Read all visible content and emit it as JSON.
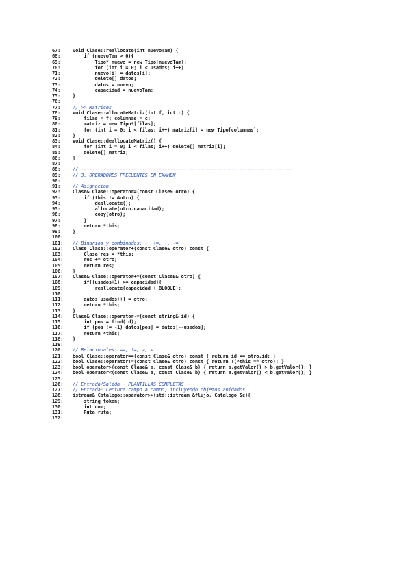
{
  "lines": [
    {
      "n": "67:",
      "t": "void Clase::reallocate(int nuevoTam) {",
      "c": false
    },
    {
      "n": "68:",
      "t": "    if (nuevoTam > 0){",
      "c": false
    },
    {
      "n": "69:",
      "t": "        Tipo* nuevo = new Tipo[nuevoTam];",
      "c": false
    },
    {
      "n": "70:",
      "t": "        for (int i = 0; i < usados; i++)",
      "c": false
    },
    {
      "n": "71:",
      "t": "        nuevo[i] = datos[i];",
      "c": false
    },
    {
      "n": "72:",
      "t": "        delete[] datos;",
      "c": false
    },
    {
      "n": "73:",
      "t": "        datos = nuevo;",
      "c": false
    },
    {
      "n": "74:",
      "t": "        capacidad = nuevoTam;",
      "c": false
    },
    {
      "n": "75:",
      "t": "}",
      "c": false
    },
    {
      "n": "76:",
      "t": "",
      "c": false
    },
    {
      "n": "77:",
      "t": "// >> Matrices",
      "c": true
    },
    {
      "n": "78:",
      "t": "void Clase::allocateMatriz(int f, int c) {",
      "c": false
    },
    {
      "n": "79:",
      "t": "    filas = f; columnas = c;",
      "c": false
    },
    {
      "n": "80:",
      "t": "    matriz = new Tipo*[filas];",
      "c": false
    },
    {
      "n": "81:",
      "t": "    for (int i = 0; i < filas; i++) matriz[i] = new Tipo[columnas];",
      "c": false
    },
    {
      "n": "82:",
      "t": "}",
      "c": false
    },
    {
      "n": "83:",
      "t": "void Clase::deallocateMatriz() {",
      "c": false
    },
    {
      "n": "84:",
      "t": "    for (int i = 0; i < filas; i++) delete[] matriz[i];",
      "c": false
    },
    {
      "n": "85:",
      "t": "    delete[] matriz;",
      "c": false
    },
    {
      "n": "86:",
      "t": "}",
      "c": false
    },
    {
      "n": "87:",
      "t": "",
      "c": false
    },
    {
      "n": "88:",
      "t": "// ----------------------------------------------------------------------------",
      "c": true
    },
    {
      "n": "89:",
      "t": "// 3. OPERADORES FRECUENTES EN EXAMEN",
      "c": true
    },
    {
      "n": "90:",
      "t": "",
      "c": false
    },
    {
      "n": "91:",
      "t": "// Asignación",
      "c": true
    },
    {
      "n": "92:",
      "t": "Clase& Clase::operator=(const Clase& otro) {",
      "c": false
    },
    {
      "n": "93:",
      "t": "    if (this != &otro) {",
      "c": false
    },
    {
      "n": "94:",
      "t": "        deallocate();",
      "c": false
    },
    {
      "n": "95:",
      "t": "        allocate(otro.capacidad);",
      "c": false
    },
    {
      "n": "96:",
      "t": "        copy(otro);",
      "c": false
    },
    {
      "n": "97:",
      "t": "    }",
      "c": false
    },
    {
      "n": "98:",
      "t": "    return *this;",
      "c": false
    },
    {
      "n": "99:",
      "t": "}",
      "c": false
    },
    {
      "n": "100:",
      "t": "",
      "c": false
    },
    {
      "n": "101:",
      "t": "// Binarios y combinados: +, +=, -, -=",
      "c": true
    },
    {
      "n": "102:",
      "t": "Clase Clase::operator+(const Clase& otro) const {",
      "c": false
    },
    {
      "n": "103:",
      "t": "    Clase res = *this;",
      "c": false
    },
    {
      "n": "104:",
      "t": "    res += otro;",
      "c": false
    },
    {
      "n": "105:",
      "t": "    return res;",
      "c": false
    },
    {
      "n": "106:",
      "t": "}",
      "c": false
    },
    {
      "n": "107:",
      "t": "Clase& Clase::operator+=(const ClaseB& otro) {",
      "c": false
    },
    {
      "n": "108:",
      "t": "    if((usados+1) >= capacidad){",
      "c": false
    },
    {
      "n": "109:",
      "t": "        reallocate(capacidad + BLOQUE);",
      "c": false
    },
    {
      "n": "110:",
      "t": "",
      "c": false
    },
    {
      "n": "111:",
      "t": "    datos[usados++] = otro;",
      "c": false
    },
    {
      "n": "112:",
      "t": "    return *this;",
      "c": false
    },
    {
      "n": "113:",
      "t": "}",
      "c": false
    },
    {
      "n": "114:",
      "t": "Clase& Clase::operator-=(const string& id) {",
      "c": false
    },
    {
      "n": "115:",
      "t": "    int pos = find(id);",
      "c": false
    },
    {
      "n": "116:",
      "t": "    if (pos != -1) datos[pos] = datos[--usados];",
      "c": false
    },
    {
      "n": "117:",
      "t": "    return *this;",
      "c": false
    },
    {
      "n": "118:",
      "t": "}",
      "c": false
    },
    {
      "n": "119:",
      "t": "",
      "c": false
    },
    {
      "n": "120:",
      "t": "// Relacionales: ==, !=, >, <",
      "c": true
    },
    {
      "n": "121:",
      "t": "bool Clase::operator==(const Clase& otro) const { return id == otro.id; }",
      "c": false
    },
    {
      "n": "122:",
      "t": "bool Clase::operator!=(const Clase& otro) const { return !(*this == otro); }",
      "c": false
    },
    {
      "n": "123:",
      "t": "bool operator>(const Clase& a, const Clase& b) { return a.getValor() > b.getValor(); }",
      "c": false
    },
    {
      "n": "124:",
      "t": "bool operator<(const Clase& a, const Clase& b) { return a.getValor() < b.getValor(); }",
      "c": false
    },
    {
      "n": "125:",
      "t": "",
      "c": false
    },
    {
      "n": "126:",
      "t": "// Entrada/Salida - PLANTILLAS COMPLETAS",
      "c": true
    },
    {
      "n": "127:",
      "t": "// Entrada: Lectura campo a campo, incluyendo objetos anidados",
      "c": true
    },
    {
      "n": "128:",
      "t": "istream& Catalogo::operator>>(std::istream &flujo, Catalogo &c){",
      "c": false
    },
    {
      "n": "129:",
      "t": "    string token;",
      "c": false
    },
    {
      "n": "130:",
      "t": "    int num;",
      "c": false
    },
    {
      "n": "131:",
      "t": "    Ruta ruta;",
      "c": false
    },
    {
      "n": "132:",
      "t": "",
      "c": false
    }
  ]
}
